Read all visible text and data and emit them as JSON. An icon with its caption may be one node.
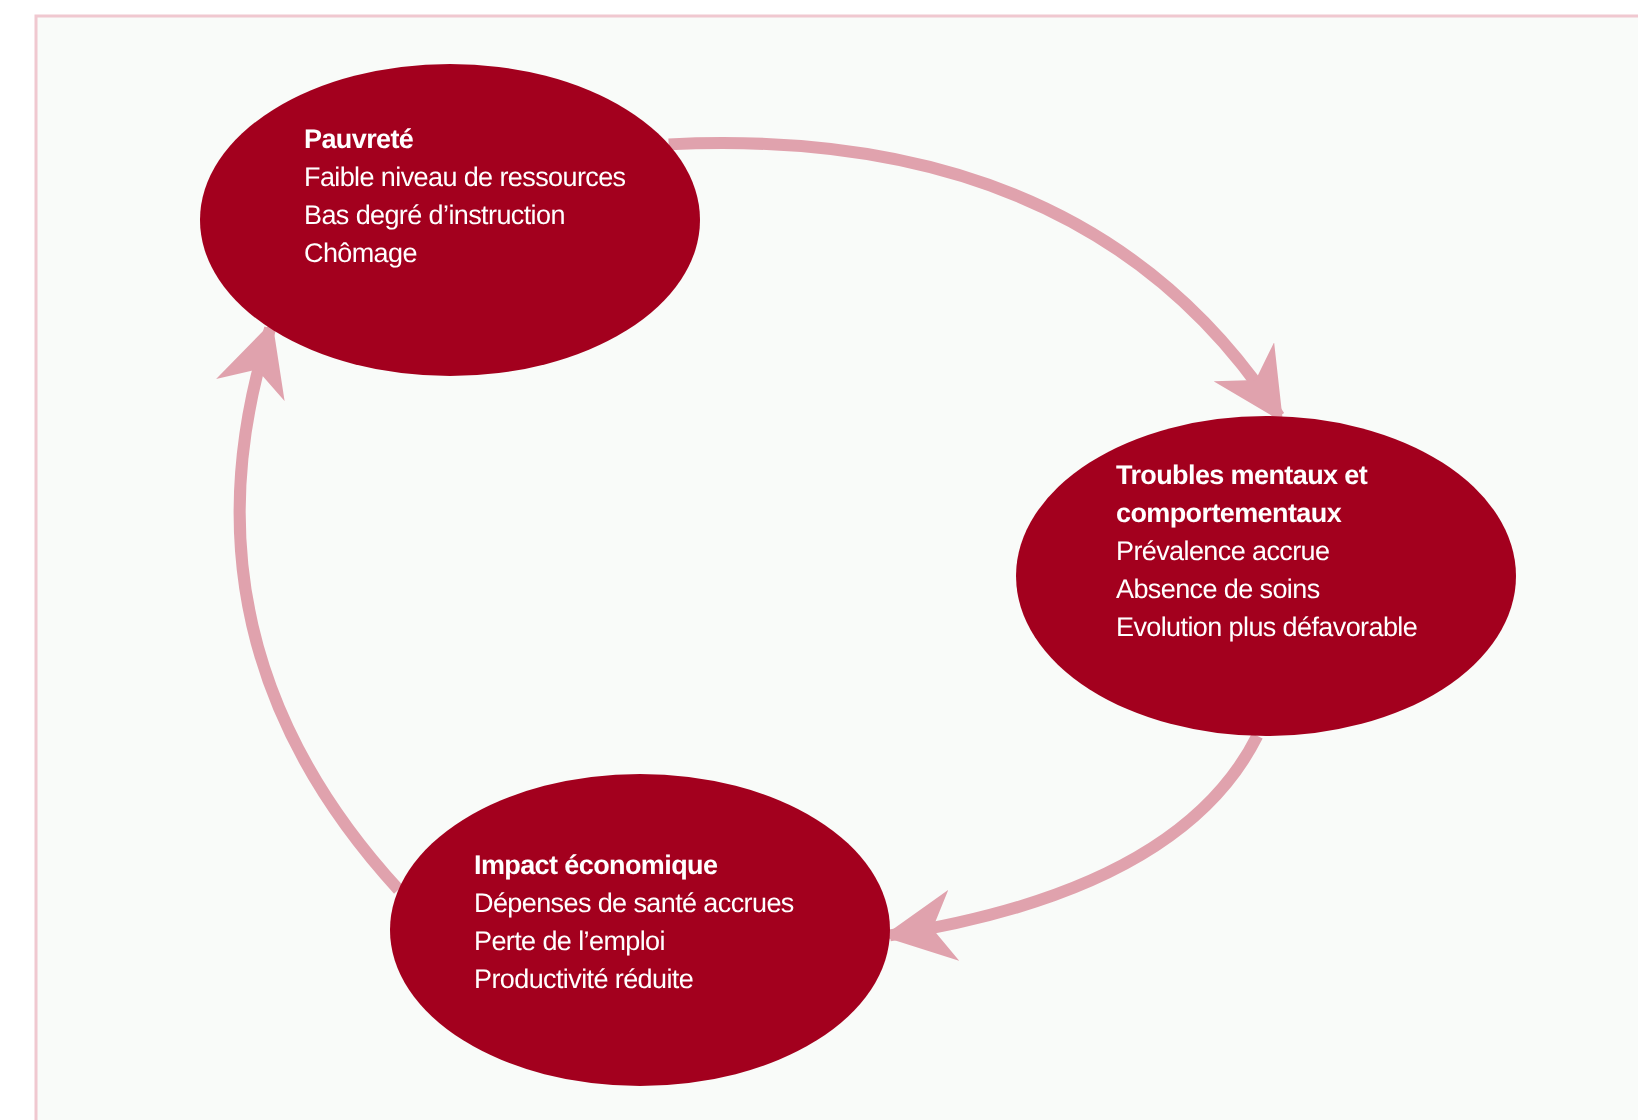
{
  "diagram": {
    "nodes": [
      {
        "text": [
          "Pauvreté",
          "Faible niveau de ressources",
          "Bas degré d’instruction",
          "Chômage"
        ]
      },
      {
        "text": [
          "Troubles mentaux et comportementaux",
          "Prévalence accrue",
          "Absence de soins",
          "Evolution plus défavorable"
        ]
      },
      {
        "text": [
          "Impact économique",
          "Dépenses de santé accrues",
          "Perte de l’emploi",
          "Productivité réduite"
        ]
      }
    ],
    "edges": [
      {
        "from": 0,
        "to": 1,
        "arrow": "to"
      },
      {
        "from": 1,
        "to": 2,
        "arrow": "to"
      },
      {
        "from": 2,
        "to": 0,
        "arrow": "to"
      }
    ]
  }
}
